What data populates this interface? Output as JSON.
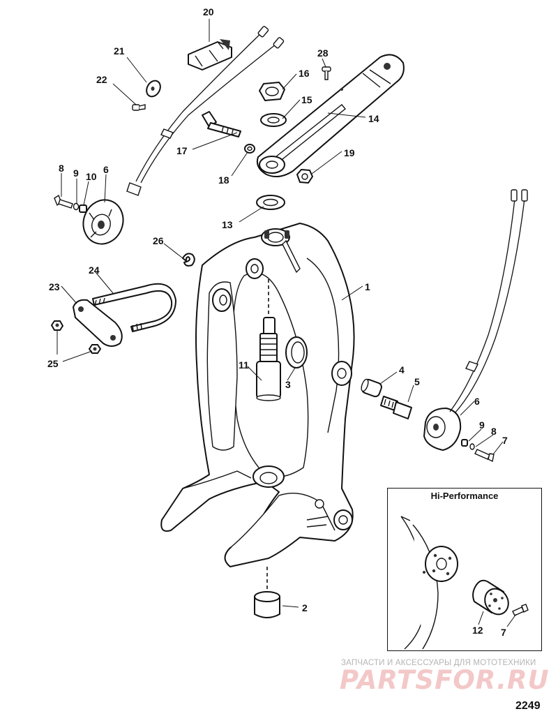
{
  "inset": {
    "title": "Hi-Performance"
  },
  "callouts": [
    "1",
    "2",
    "3",
    "4",
    "5",
    "6",
    "6",
    "7",
    "7",
    "8",
    "8",
    "9",
    "9",
    "10",
    "11",
    "12",
    "13",
    "14",
    "15",
    "16",
    "17",
    "18",
    "19",
    "20",
    "21",
    "22",
    "23",
    "24",
    "25",
    "25",
    "26",
    "28"
  ],
  "watermark": {
    "tagline": "ЗАПЧАСТИ И АКСЕССУАРЫ ДЛЯ МОТОТЕХНИКИ",
    "logo": "PARTSFOR.RU"
  },
  "diagram_number": "2249",
  "colors": {
    "line": "#111111",
    "watermark_text": "#b4b4b4",
    "watermark_logo": "#f3c8c8"
  }
}
